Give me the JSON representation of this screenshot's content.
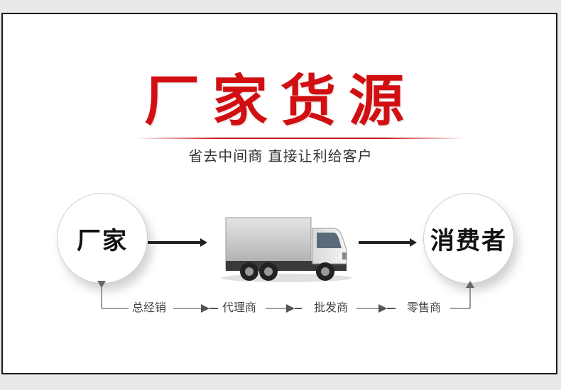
{
  "title": "厂家货源",
  "subtitle": "省去中间商  直接让利给客户",
  "source_node": "厂家",
  "target_node": "消费者",
  "intermediaries": [
    "总经销",
    "代理商",
    "批发商",
    "零售商"
  ],
  "colors": {
    "title": "#d10f12",
    "border": "#1b1b1b",
    "arrow": "#222222"
  },
  "icons": [
    "truck-icon"
  ]
}
